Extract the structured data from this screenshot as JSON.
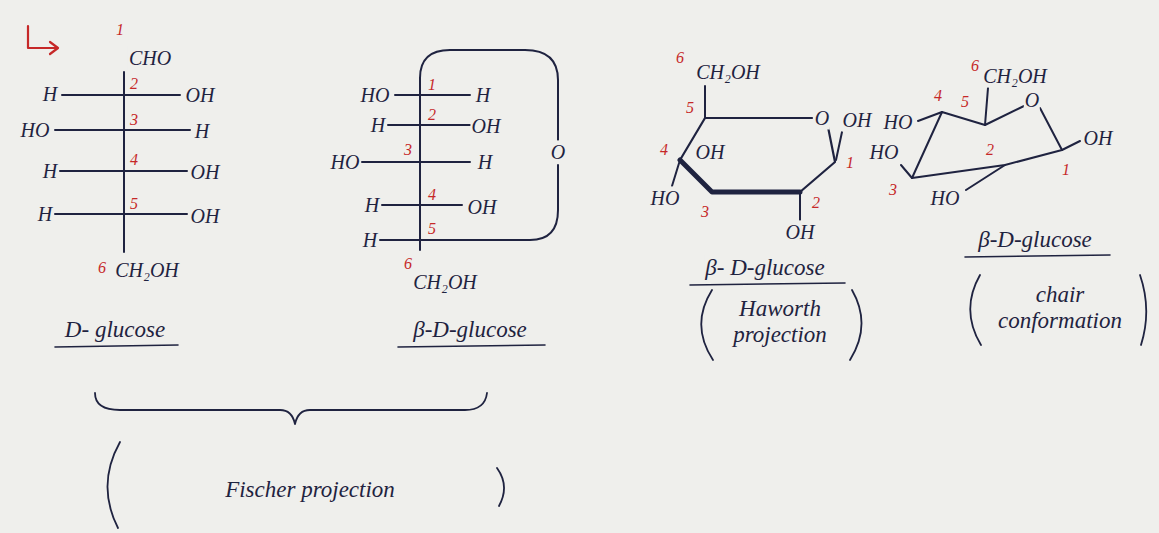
{
  "diagram": {
    "labels": [
      "1",
      "CHO",
      "H",
      "2",
      "OH",
      "HO",
      "3",
      "H",
      "H",
      "4",
      "OH",
      "H",
      "5",
      "OH",
      "6",
      "CH₂OH",
      "D- glucose",
      "HO",
      "1",
      "H",
      "H",
      "2",
      "OH",
      "HO",
      "3",
      "H",
      "H",
      "4",
      "OH",
      "H",
      "5",
      "6",
      "CH₂OH",
      "O",
      "β-D-glucose",
      "Fischer projection",
      "6",
      "CH₂OH",
      "5",
      "O",
      "OH",
      "1",
      "4",
      "OH",
      "HO",
      "3",
      "2",
      "OH",
      "β- D-glucose",
      "Haworth projection",
      "6",
      "CH₂OH",
      "4",
      "5",
      "O",
      "HO",
      "HO",
      "2",
      "OH",
      "3",
      "HO",
      "1",
      "β-D-glucose",
      "chair conformation"
    ]
  }
}
